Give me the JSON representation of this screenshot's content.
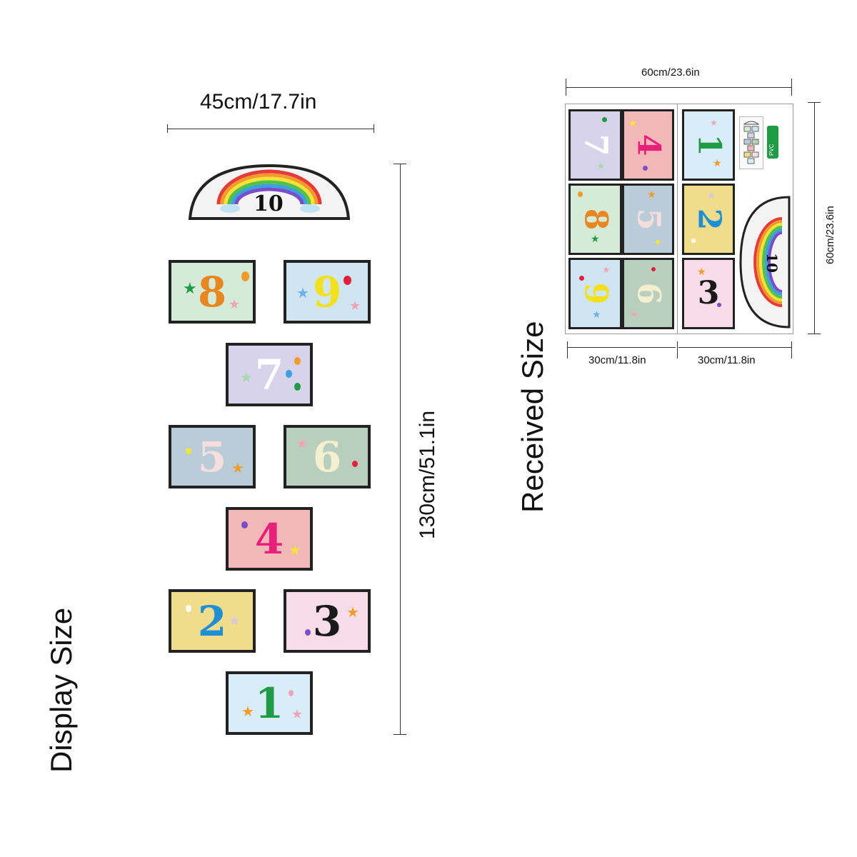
{
  "display": {
    "label": "Display Size",
    "width_label": "45cm/17.7in",
    "height_label": "130cm/51.1in",
    "rainbow_number": "10",
    "tiles": [
      {
        "num": "8",
        "bg": "#d6ead8",
        "color": "#e8861f"
      },
      {
        "num": "9",
        "bg": "#cfe6f2",
        "color": "#f2e01a"
      },
      {
        "num": "7",
        "bg": "#d7d3ea",
        "color": "#ffffff"
      },
      {
        "num": "5",
        "bg": "#b9ccd8",
        "color": "#f6dede"
      },
      {
        "num": "6",
        "bg": "#b9cfbe",
        "color": "#f3efcf"
      },
      {
        "num": "4",
        "bg": "#f2b7b7",
        "color": "#e8207c"
      },
      {
        "num": "2",
        "bg": "#f0dc8a",
        "color": "#1d8fd6"
      },
      {
        "num": "3",
        "bg": "#f8dde8",
        "color": "#1a1a1a"
      },
      {
        "num": "1",
        "bg": "#d9edf8",
        "color": "#1f9a45"
      }
    ]
  },
  "received": {
    "label": "Received Size",
    "width_label": "60cm/23.6in",
    "height_label": "60cm/23.6in",
    "left_half_label": "30cm/11.8in",
    "right_half_label": "30cm/11.8in",
    "rainbow_number": "10",
    "tiles": [
      {
        "num": "7",
        "bg": "#d7d3ea",
        "color": "#ffffff"
      },
      {
        "num": "4",
        "bg": "#f2b7b7",
        "color": "#e8207c"
      },
      {
        "num": "1",
        "bg": "#d9edf8",
        "color": "#1f9a45"
      },
      {
        "num": "8",
        "bg": "#d6ead8",
        "color": "#e8861f"
      },
      {
        "num": "5",
        "bg": "#b9ccd8",
        "color": "#f6dede"
      },
      {
        "num": "2",
        "bg": "#f0dc8a",
        "color": "#1d8fd6"
      },
      {
        "num": "9",
        "bg": "#cfe6f2",
        "color": "#f2e01a"
      },
      {
        "num": "6",
        "bg": "#b9cfbe",
        "color": "#f3efcf"
      },
      {
        "num": "3",
        "bg": "#f8dde8",
        "color": "#1a1a1a"
      }
    ],
    "mini_badge": "PVC"
  }
}
